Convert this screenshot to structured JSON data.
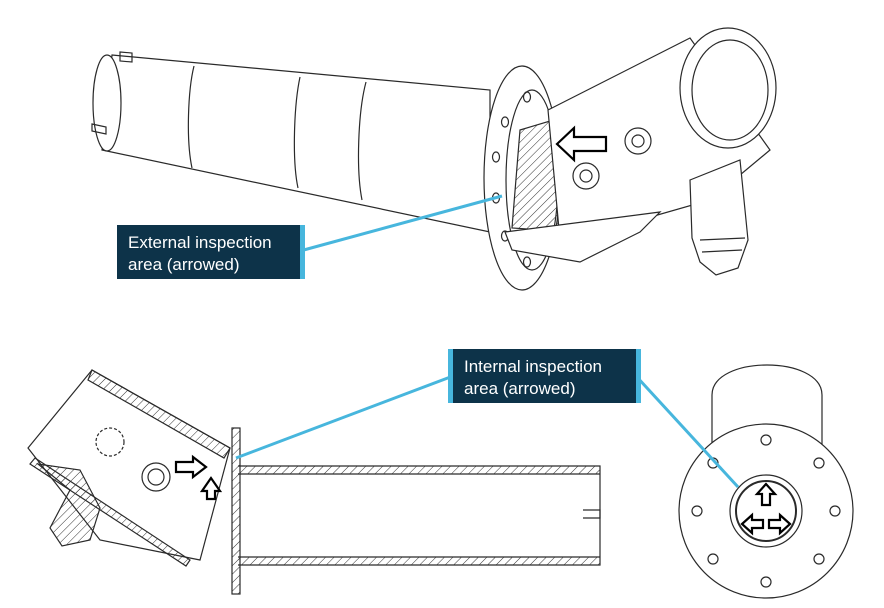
{
  "callouts": {
    "external": {
      "line1": "External inspection",
      "line2": "area (arrowed)"
    },
    "internal": {
      "line1": "Internal inspection",
      "line2": "area (arrowed)"
    }
  },
  "colors": {
    "callout_bg": "#0d3349",
    "callout_text": "#ffffff",
    "leader": "#47b6dd",
    "drawing": "#2a2a2a"
  },
  "icons": [
    "inspection-arrow-icon"
  ]
}
